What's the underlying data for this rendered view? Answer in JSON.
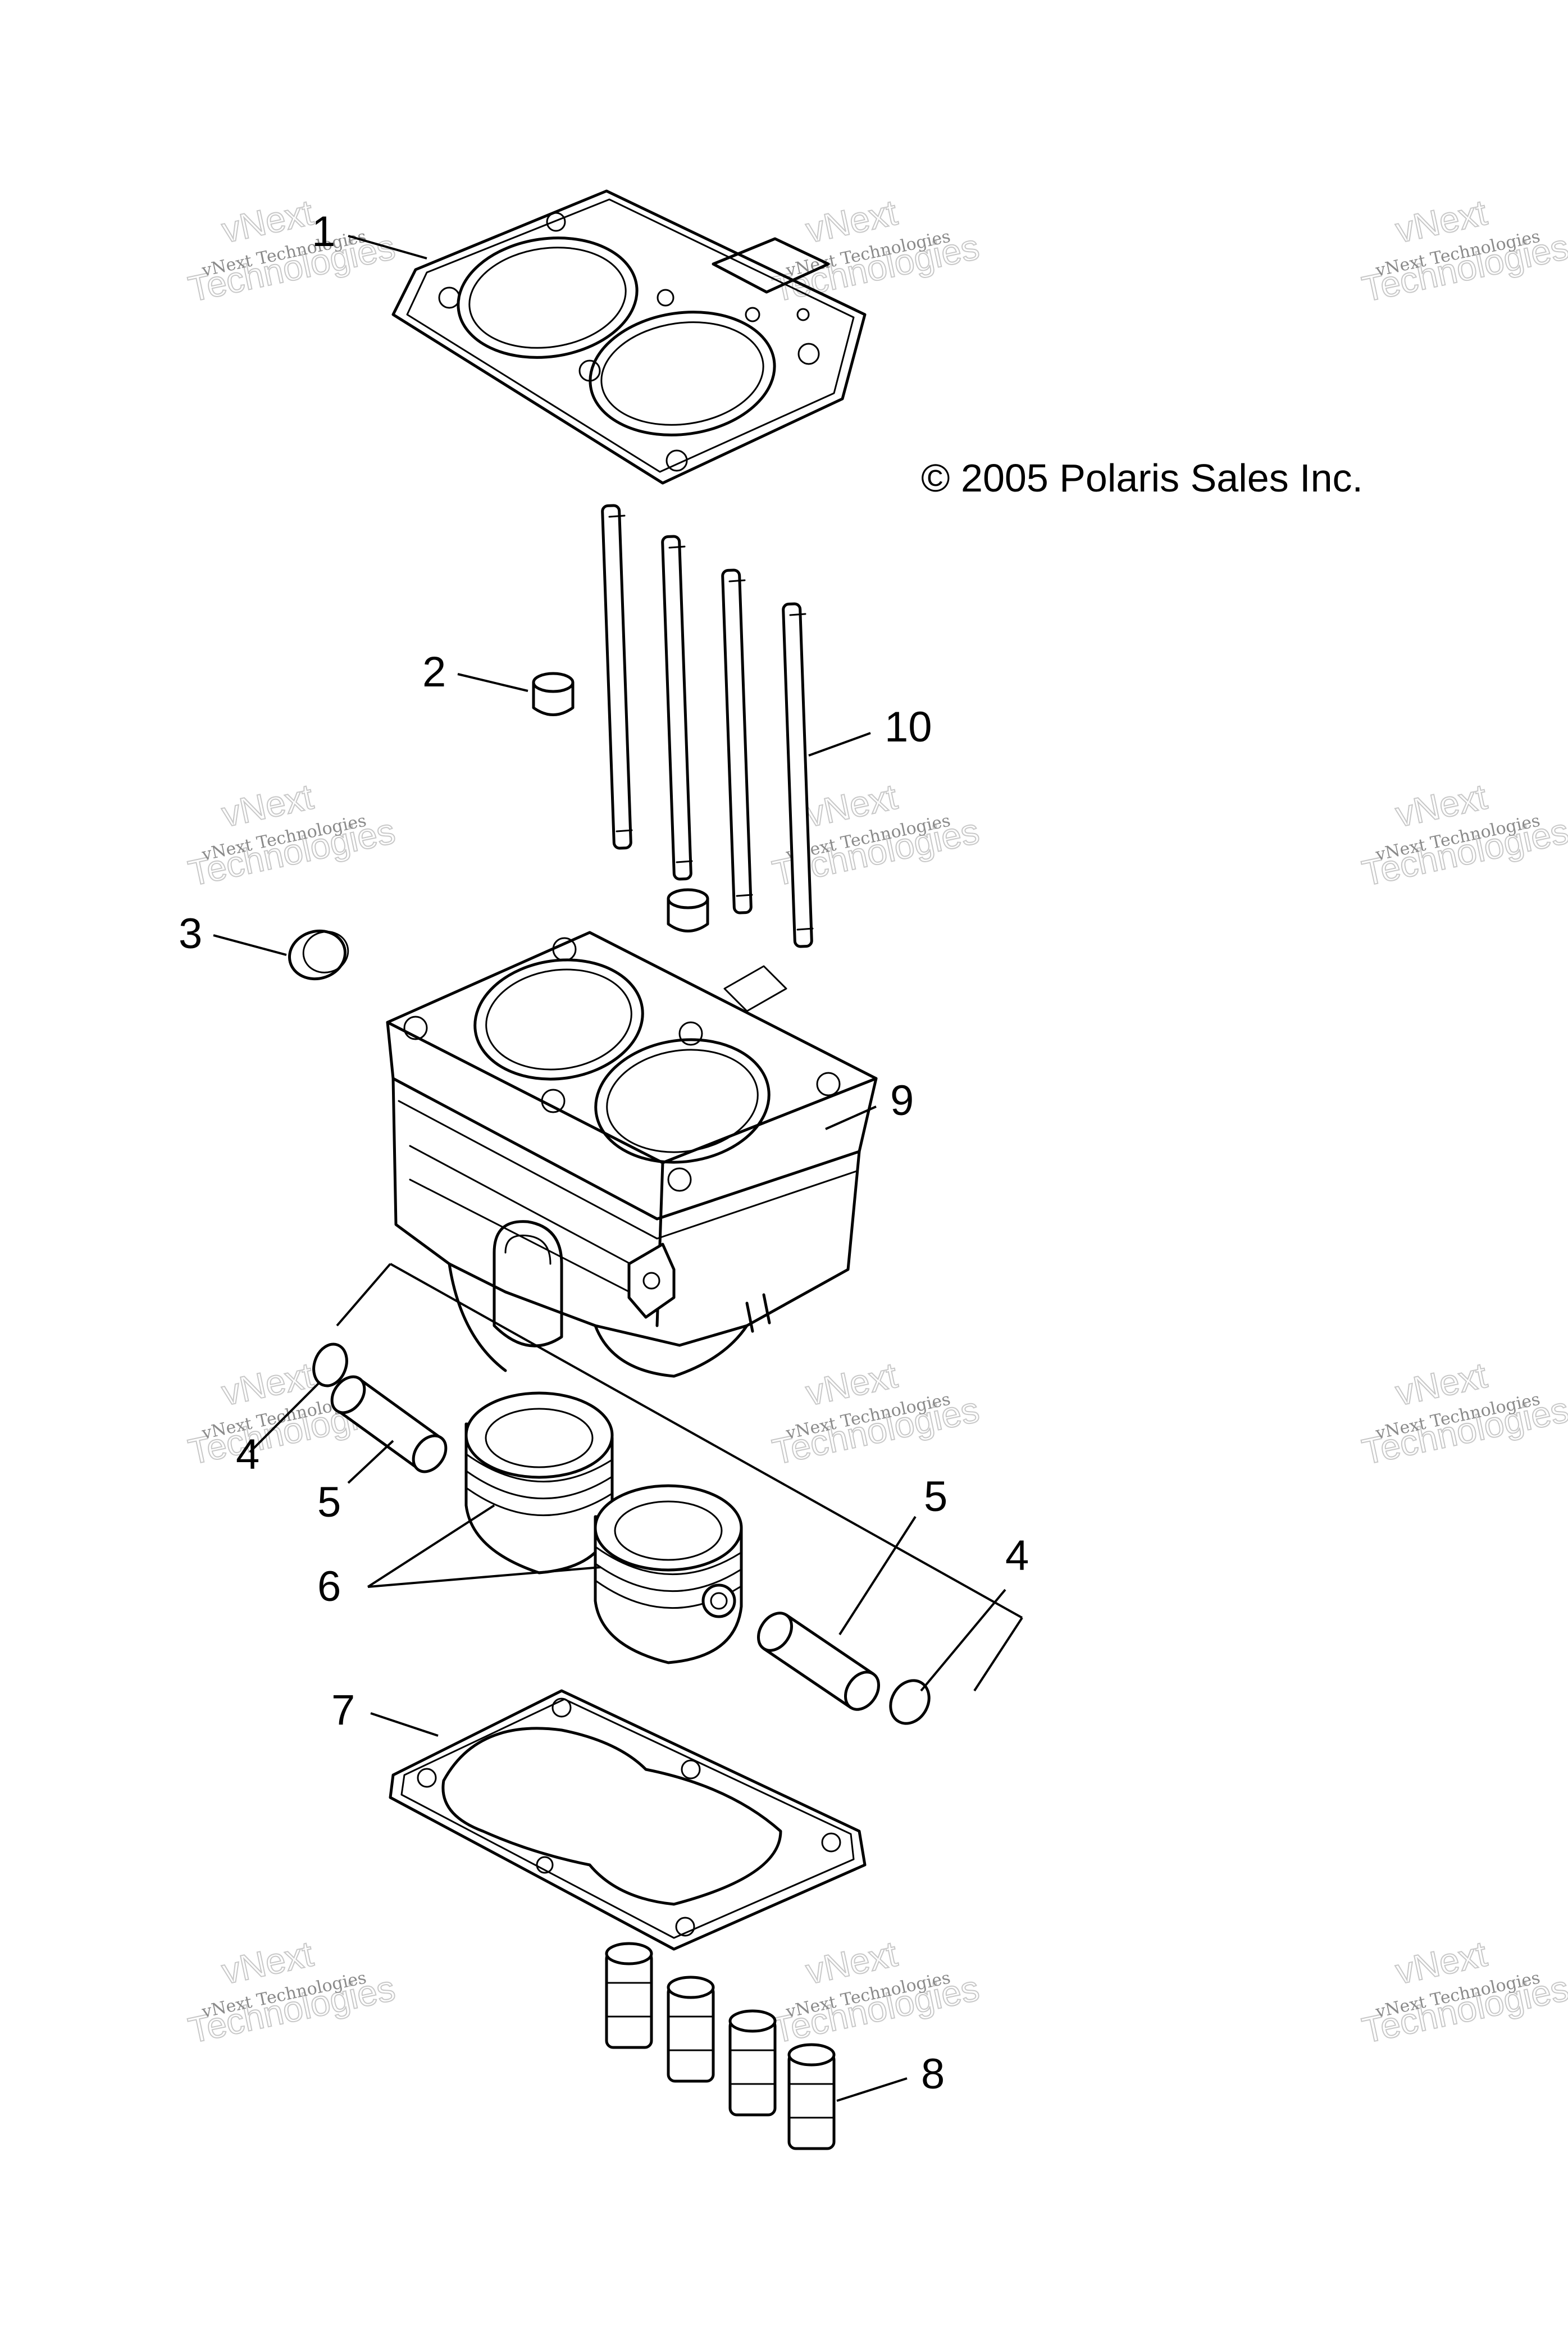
{
  "copyright": "© 2005 Polaris Sales Inc.",
  "watermark": {
    "line_small": "vNext Technologies",
    "line_big_top": "vNext",
    "line_big_bottom": "Technologies"
  },
  "callouts": {
    "c1": "1",
    "c2": "2",
    "c3": "3",
    "c4_left": "4",
    "c4_right": "4",
    "c5_left": "5",
    "c5_right": "5",
    "c6": "6",
    "c7": "7",
    "c8": "8",
    "c9": "9",
    "c10": "10"
  },
  "colors": {
    "ink": "#000000",
    "watermark": "#8a8a8a",
    "background": "#ffffff"
  }
}
